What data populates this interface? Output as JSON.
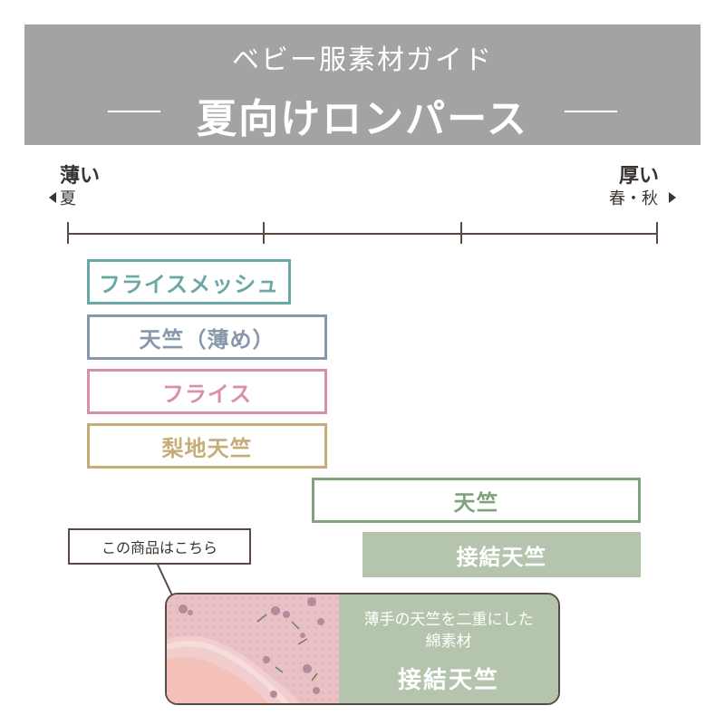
{
  "header": {
    "subtitle": "ベビー服素材ガイド",
    "title": "夏向けロンパース",
    "bg_color": "#a3a3a1"
  },
  "scale": {
    "left_label": "薄い",
    "left_sub": "夏",
    "right_label": "厚い",
    "right_sub": "春・秋"
  },
  "fabrics": [
    {
      "label": "フライスメッシュ",
      "color": "#6aa7a5"
    },
    {
      "label": "天竺（薄め）",
      "color": "#8797ac"
    },
    {
      "label": "フライス",
      "color": "#db8fa5"
    },
    {
      "label": "梨地天竺",
      "color": "#c6ad78"
    },
    {
      "label": "天竺",
      "color": "#7fa37a"
    },
    {
      "label": "接結天竺",
      "color": "#b4c4ad"
    }
  ],
  "callout": {
    "text": "この商品はこちら"
  },
  "product": {
    "desc_line1": "薄手の天竺を二重にした",
    "desc_line2": "綿素材",
    "name": "接結天竺",
    "panel_color": "#b4c4ad"
  }
}
